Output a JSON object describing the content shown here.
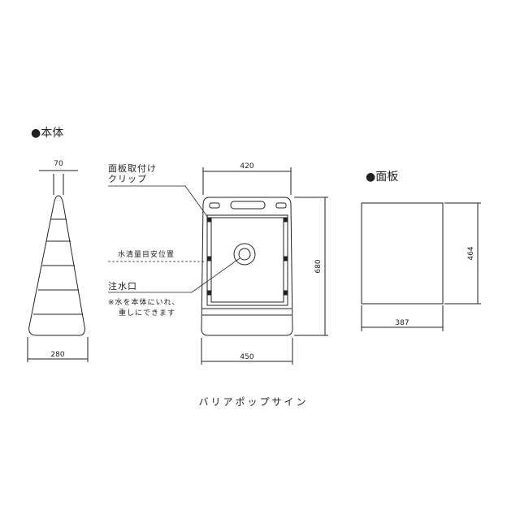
{
  "headers": {
    "body": "●本体",
    "panel": "●面板"
  },
  "labels": {
    "clip_line1": "面板取付け",
    "clip_line2": "クリップ",
    "water_level": "水清量目安位置",
    "water_inlet": "注水口",
    "note_line1": "※水を本体にいれ、",
    "note_line2": "重しにできます"
  },
  "dimensions": {
    "side_top_width": "70",
    "side_base_width": "280",
    "front_top_width": "420",
    "front_base_width": "450",
    "front_height": "680",
    "panel_width": "387",
    "panel_height": "464"
  },
  "caption": "バリアポップサイン",
  "colors": {
    "line": "#222222",
    "dashed": "#555555"
  }
}
